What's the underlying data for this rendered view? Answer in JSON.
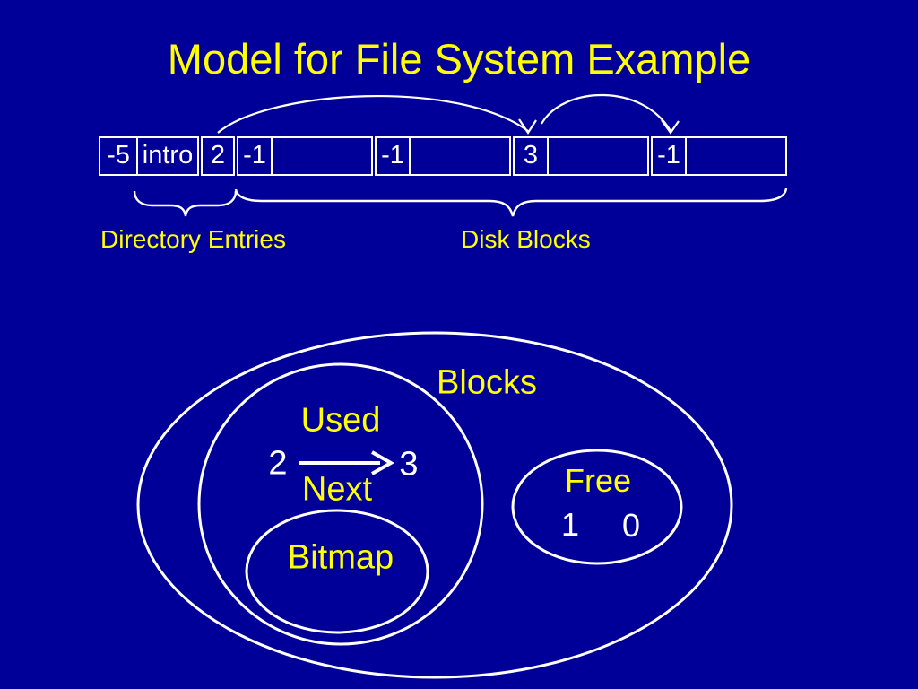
{
  "slide": {
    "title": "Model for File System Example"
  },
  "colors": {
    "background": "#000099",
    "label_yellow": "#FFFF00",
    "line_white": "#FFFFFF"
  },
  "memory_row": {
    "directory_entries": [
      "-5",
      "intro",
      "2"
    ],
    "disk_blocks": [
      {
        "pointer": "-1",
        "data": ""
      },
      {
        "pointer": "-1",
        "data": ""
      },
      {
        "pointer": "3",
        "data": ""
      },
      {
        "pointer": "-1",
        "data": ""
      }
    ],
    "directory_label": "Directory Entries",
    "blocks_label": "Disk Blocks"
  },
  "venn": {
    "outer_label": "Blocks",
    "used_label": "Used",
    "used_from": "2",
    "used_to": "3",
    "used_arrow_label": "Next",
    "bitmap_label": "Bitmap",
    "free_label": "Free",
    "free_values": [
      "1",
      "0"
    ]
  }
}
